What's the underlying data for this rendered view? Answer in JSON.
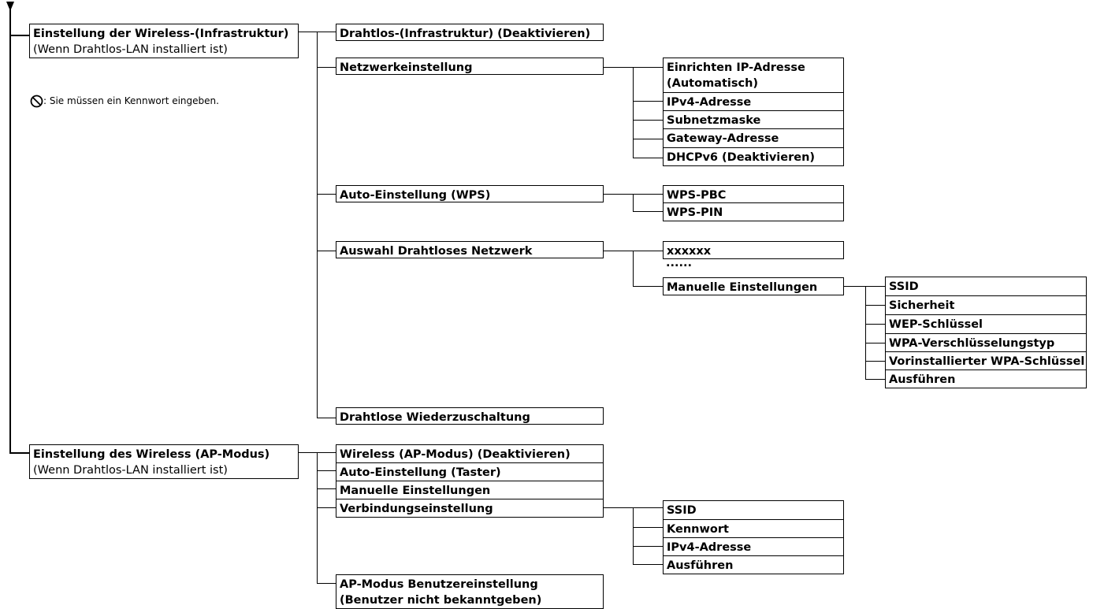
{
  "infra": {
    "title": "Einstellung der Wireless-(Infrastruktur)",
    "subtitle": "(Wenn Drahtlos-LAN installiert ist)",
    "items": {
      "drahtlos": "Drahtlos-(Infrastruktur) (Deaktivieren)",
      "netzwerk": "Netzwerkeinstellung",
      "auto_wps": "Auto-Einstellung (WPS)",
      "auswahl": "Auswahl Drahtloses Netzwerk",
      "wiederzuschaltung": "Drahtlose Wiederzuschaltung"
    },
    "netzwerk_children": {
      "ip_line1": "Einrichten IP-Adresse",
      "ip_line2": "(Automatisch)",
      "ipv4": "IPv4-Adresse",
      "subnetz": "Subnetzmaske",
      "gateway": "Gateway-Adresse",
      "dhcpv6": "DHCPv6 (Deaktivieren)"
    },
    "wps_children": {
      "pbc": "WPS-PBC",
      "pin": "WPS-PIN"
    },
    "auswahl_children": {
      "ssid_placeholder": "xxxxxx",
      "ellipsis": "......",
      "manuell": "Manuelle Einstellungen"
    },
    "manuell_children": {
      "ssid": "SSID",
      "sicherheit": "Sicherheit",
      "wep": "WEP-Schlüssel",
      "wpa_typ": "WPA-Verschlüsselungstyp",
      "wpa_key": "Vorinstallierter WPA-Schlüssel",
      "ausfuehren": "Ausführen"
    }
  },
  "note": {
    "text": ": Sie müssen ein Kennwort eingeben.",
    "icon": "prohibited-icon"
  },
  "ap": {
    "title": "Einstellung des Wireless (AP-Modus)",
    "subtitle": "(Wenn Drahtlos-LAN installiert ist)",
    "items": {
      "wireless": "Wireless (AP-Modus) (Deaktivieren)",
      "auto": "Auto-Einstellung (Taster)",
      "manuell": "Manuelle Einstellungen",
      "verbindung": "Verbindungseinstellung",
      "benutzer_line1": "AP-Modus Benutzereinstellung",
      "benutzer_line2": "(Benutzer nicht bekanntgeben)"
    },
    "verbindung_children": {
      "ssid": "SSID",
      "kennwort": "Kennwort",
      "ipv4": "IPv4-Adresse",
      "ausfuehren": "Ausführen"
    }
  }
}
